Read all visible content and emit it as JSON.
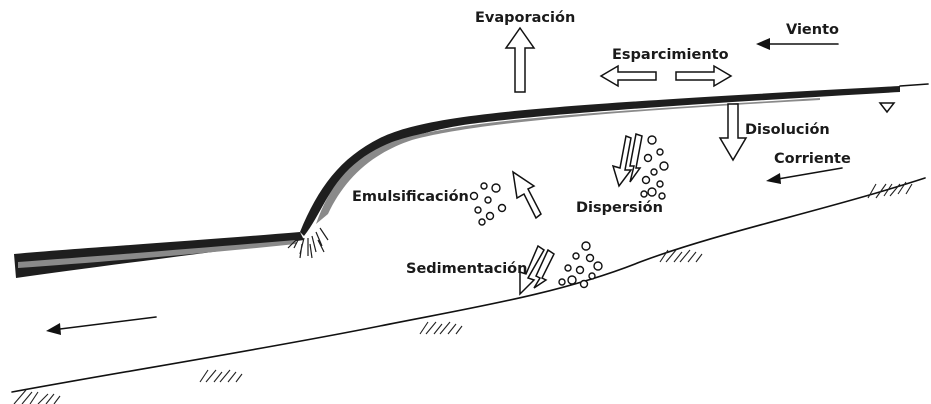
{
  "labels": {
    "evaporacion": "Evaporación",
    "esparcimiento": "Esparcimiento",
    "viento": "Viento",
    "disolucion": "Disolución",
    "corriente": "Corriente",
    "emulsificacion": "Emulsificación",
    "dispersion": "Dispersión",
    "sedimentacion": "Sedimentación"
  },
  "colors": {
    "oil": "#1e1e1e",
    "oil_inner": "#8a8a8a",
    "ink": "#111111",
    "background": "#ffffff"
  },
  "icons": {
    "water_surface_marker": "triangle-down-icon",
    "flow_arrow": "arrow-left-icon",
    "process_arrow": "hollow-arrow-icon"
  }
}
